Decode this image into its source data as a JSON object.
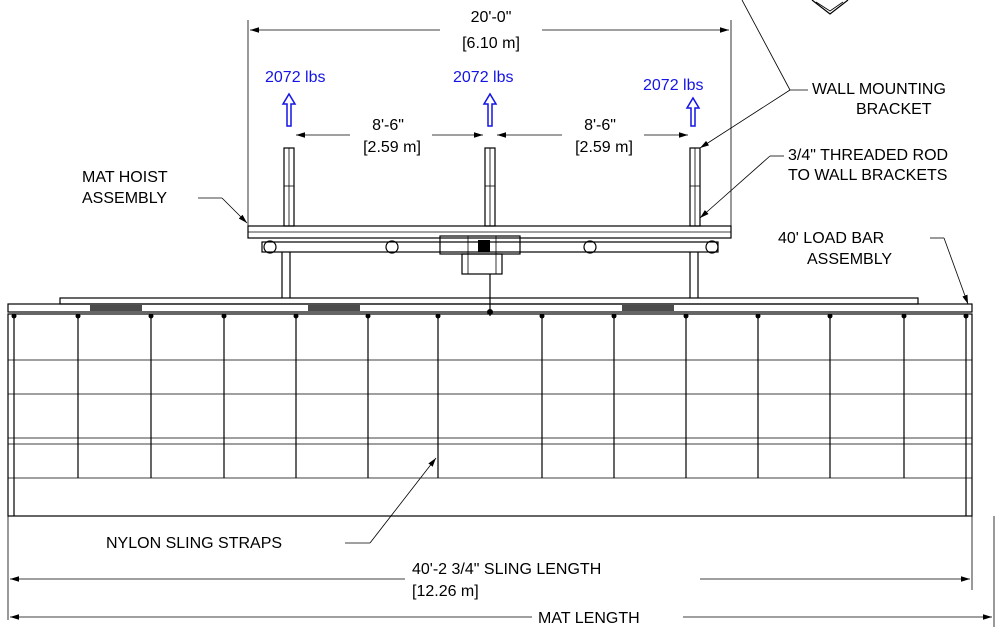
{
  "dimensions": {
    "span_top": "20'-0\"",
    "span_top_metric": "[6.10 m]",
    "spacing_left": "8'-6\"",
    "spacing_left_metric": "[2.59 m]",
    "spacing_right": "8'-6\"",
    "spacing_right_metric": "[2.59 m]",
    "sling_length": "40'-2 3/4\" SLING LENGTH",
    "sling_length_metric": "[12.26 m]",
    "mat_length": "MAT LENGTH"
  },
  "loads": [
    "2072 lbs",
    "2072 lbs",
    "2072 lbs"
  ],
  "callouts": {
    "wall_bracket_1": "WALL MOUNTING",
    "wall_bracket_2": "BRACKET",
    "threaded_rod_1": "3/4\" THREADED ROD",
    "threaded_rod_2": "TO WALL BRACKETS",
    "mat_hoist_1": "MAT HOIST",
    "mat_hoist_2": "ASSEMBLY",
    "load_bar_1": "40' LOAD BAR",
    "load_bar_2": "ASSEMBLY",
    "nylon_straps": "NYLON SLING STRAPS"
  },
  "colors": {
    "load_arrow": "#1414e6",
    "linework": "#000000"
  }
}
